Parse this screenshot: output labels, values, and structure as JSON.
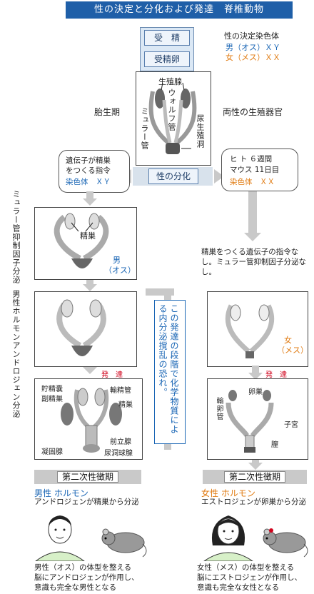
{
  "title": "性の決定と分化および発達　脊椎動物",
  "steps": {
    "fertilization": "受　精",
    "fertilized_egg": "受精卵",
    "differentiation": "性の分化"
  },
  "sex_chromosomes": {
    "heading": "性の決定染色体",
    "male": "男（オス）ＸＹ",
    "female": "女（メス）ＸＸ"
  },
  "embryo": {
    "stage_label": "胎生期",
    "organ_label": "両性の生殖器官",
    "gonad": "生殖腺",
    "wolffian": "ウォルフ管",
    "mullerian": "ミュラー管",
    "urogenital_sinus": "尿生殖洞"
  },
  "male_instruction": {
    "line1": "遺伝子が精巣",
    "line2": "をつくる指令",
    "line3": "染色体　ＸＹ"
  },
  "female_timing": {
    "line1": "ヒ ト ６週間",
    "line2": "マウス 11日目",
    "line3": "染色体　ＸＸ"
  },
  "left_side_labels": {
    "mis": "ミュラー管抑制因子分泌",
    "androgen": "男性ホルモンアンドロジェン分泌"
  },
  "male_stage1": {
    "testis": "精巣",
    "sex_line1": "男",
    "sex_line2": "（オス）"
  },
  "female_note": "精巣をつくる遺伝子の指令なし。ミュラー管抑制因子分泌なし。",
  "warning": "この発達の段階で化学物質による内分泌撹乱の恐れ。",
  "female_stage1": {
    "sex_line1": "女",
    "sex_line2": "（メス）"
  },
  "development": "発　達",
  "male_adult_labels": {
    "seminal_vesicle": "貯精嚢",
    "epididymis": "副精巣",
    "vas_deferens": "輸精管",
    "testis": "精巣",
    "prostate": "前立腺",
    "coagulating_gland": "凝固腺",
    "bulbourethral": "尿洞球腺"
  },
  "female_adult_labels": {
    "ovary": "卵巣",
    "oviduct": "輸卵管",
    "uterus": "子宮",
    "vagina": "膣"
  },
  "secondary": "第二次性徴期",
  "male_hormone": {
    "title": "男性 ホルモン",
    "desc": "アンドロジェンが精巣から分泌"
  },
  "female_hormone": {
    "title": "女性 ホルモン",
    "desc": "エストロジェンが卵巣から分泌"
  },
  "male_result": {
    "line1": "男性（オス）の体型を整える",
    "line2": "脳にアンドロジェンが作用し、",
    "line3": "意識も完全な男性となる"
  },
  "female_result": {
    "line1": "女性（メス）の体型を整える",
    "line2": "脳にエストロジェンが作用し、",
    "line3": "意識も完全な女性となる"
  },
  "colors": {
    "title_bg": "#1f5fa8",
    "male": "#1a66b5",
    "female": "#e07a10",
    "development": "#d0021b",
    "arrow": "#c9c9c9"
  }
}
